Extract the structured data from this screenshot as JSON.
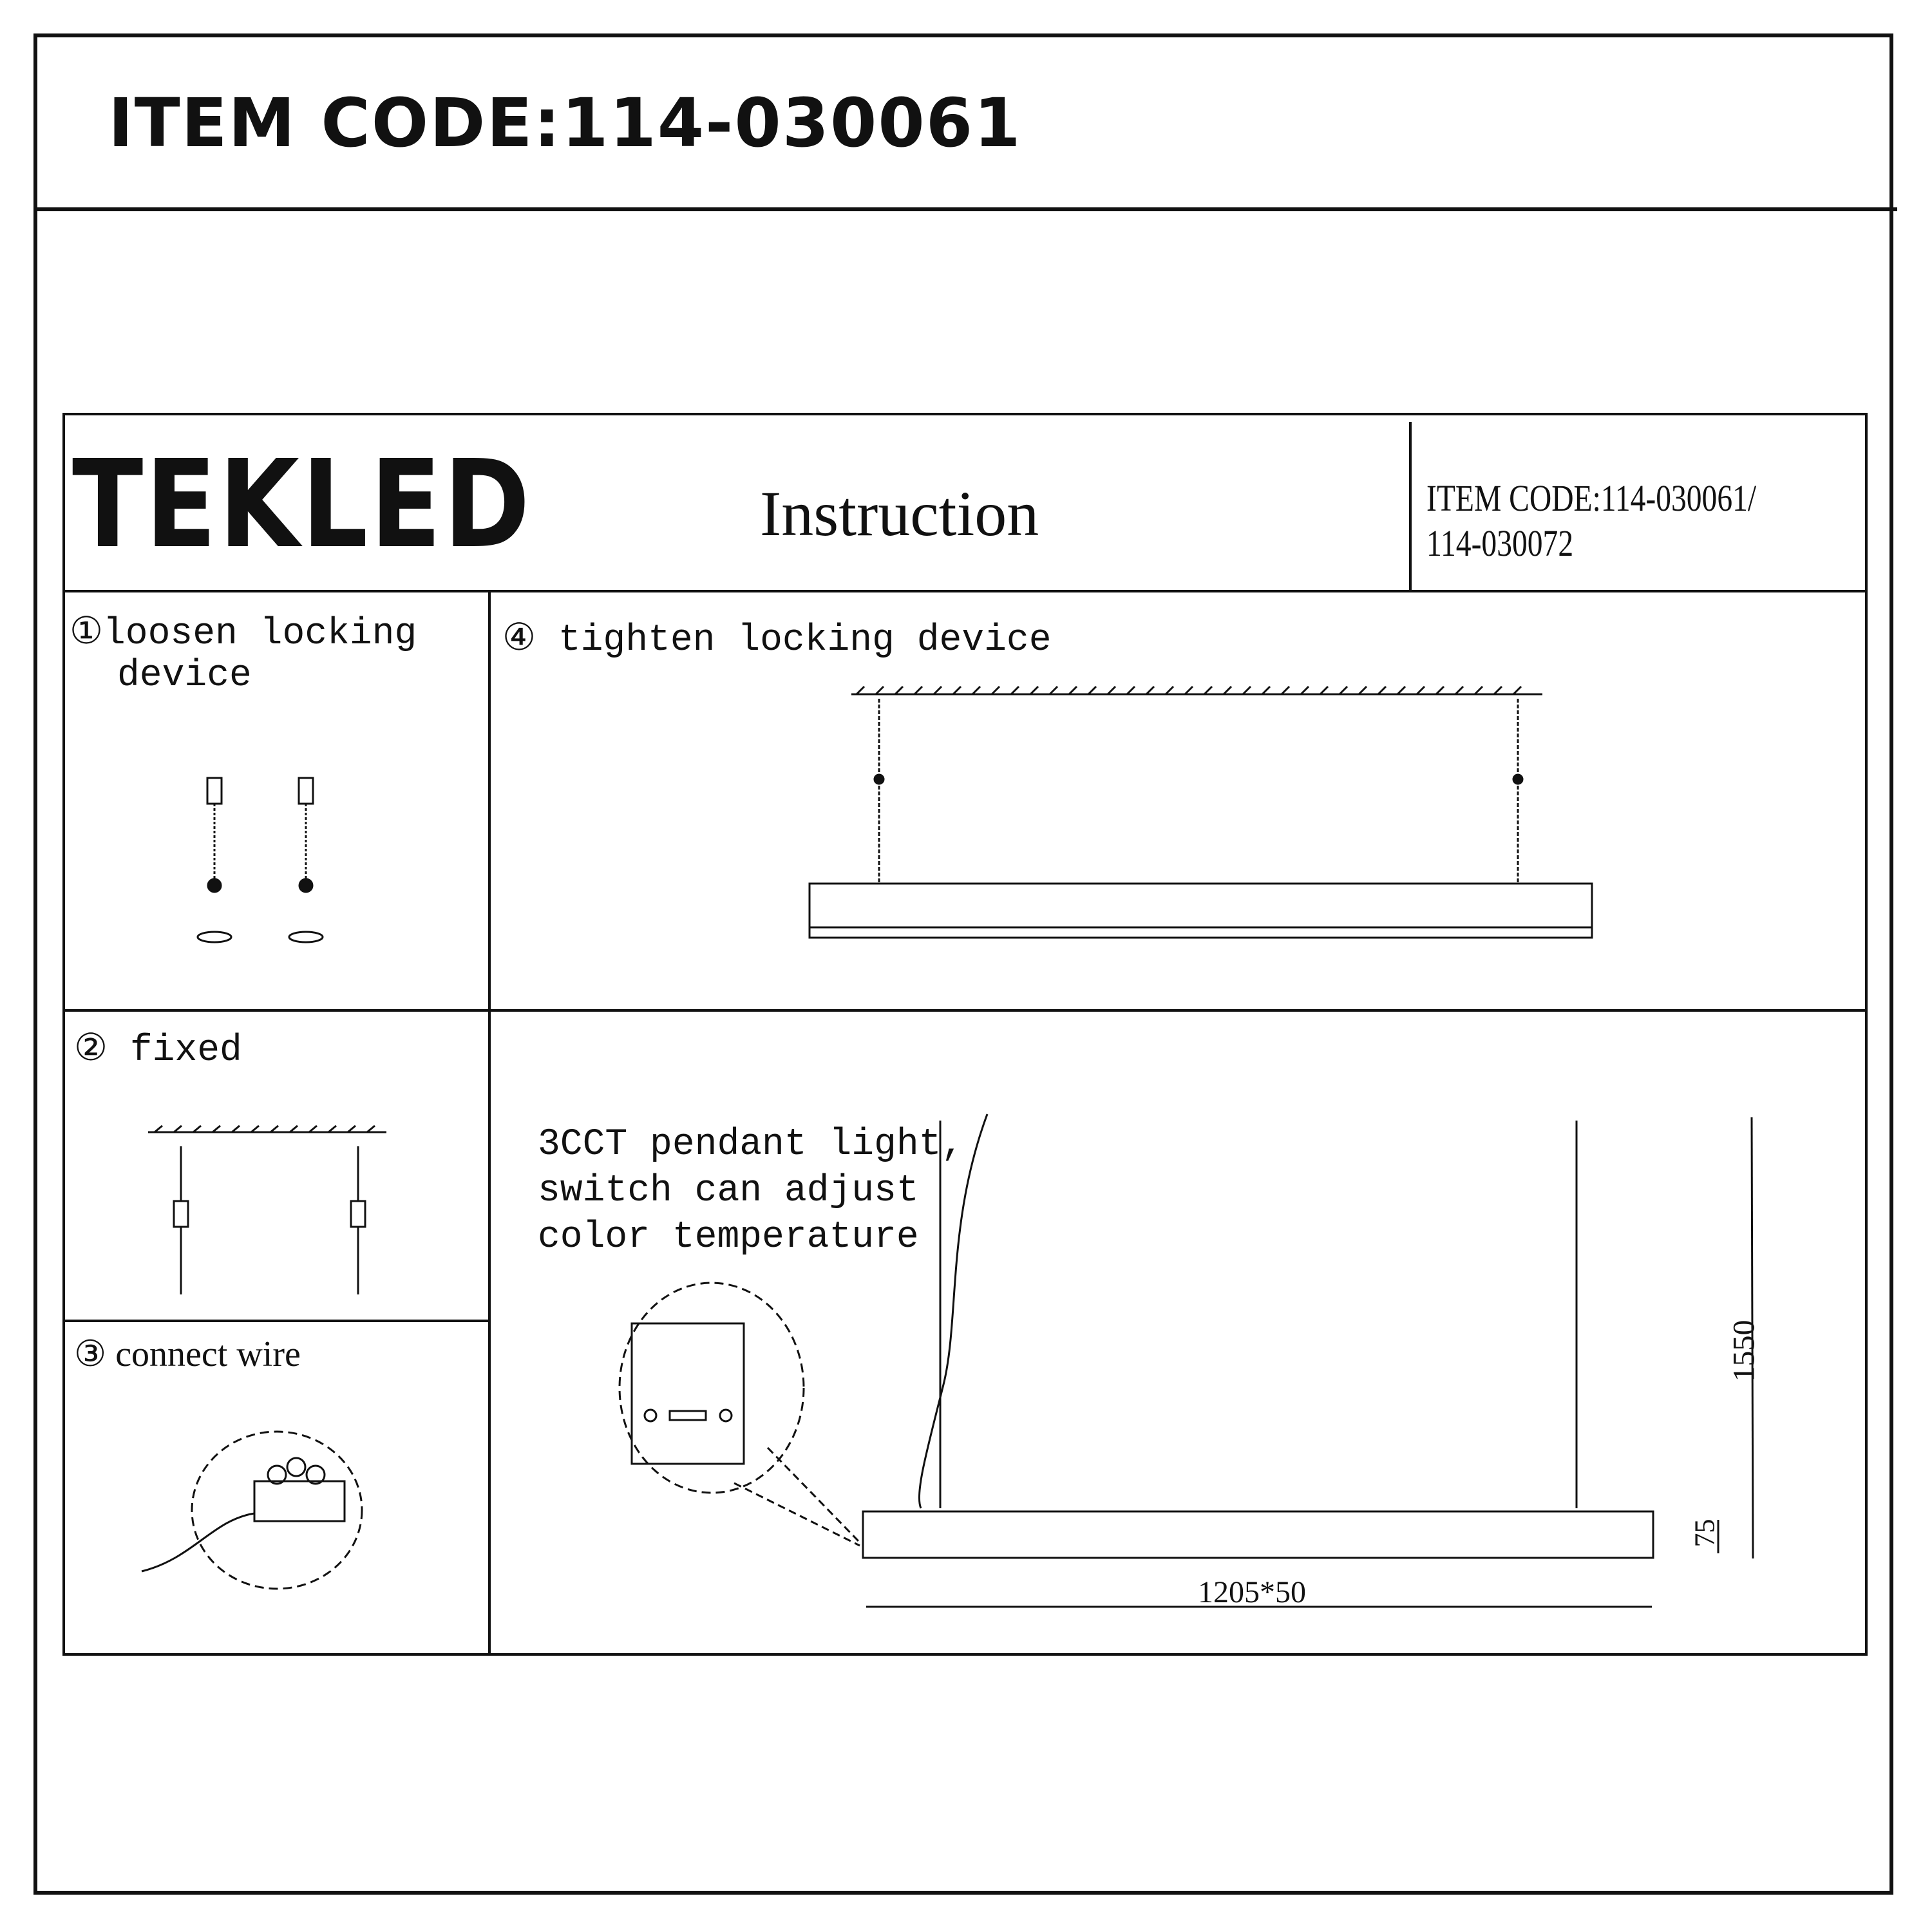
{
  "header": {
    "item_code": "ITEM CODE:114-030061"
  },
  "instruction": {
    "brand": "TEKLED",
    "title": "Instruction",
    "item_code_line1": "ITEM CODE:114-030061/",
    "item_code_line2": "114-030072"
  },
  "steps": [
    {
      "number": "①",
      "label_line1": "loosen locking",
      "label_line2": "device"
    },
    {
      "number": "②",
      "label": "fixed"
    },
    {
      "number": "③",
      "label": "connect wire"
    },
    {
      "number": "④",
      "label": "tighten locking device"
    }
  ],
  "product": {
    "note_line1": "3CCT pendant light,",
    "note_line2": "switch can adjust",
    "note_line3": "color temperature",
    "dim_length": "1205*50",
    "dim_height": "1550",
    "dim_body": "75"
  }
}
